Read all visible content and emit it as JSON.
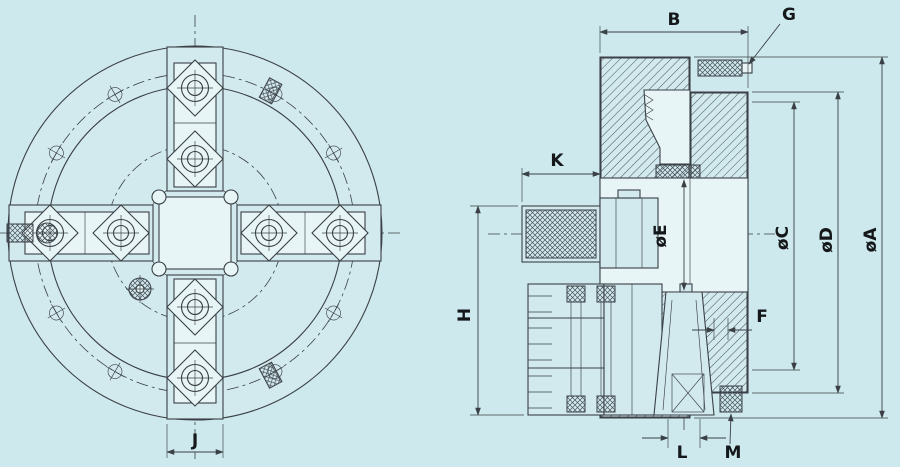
{
  "drawing": {
    "description": "Four-jaw lathe chuck technical drawing: front view and cross-section with dimension callouts",
    "colors": {
      "background": "#cde9ed",
      "line": "#3a4046",
      "part_fill": "#d2eaee",
      "cavity_fill": "#e8f5f7"
    }
  },
  "labels": {
    "A": "øA",
    "B": "B",
    "C": "øC",
    "D": "øD",
    "E": "øE",
    "F": "F",
    "G": "G",
    "H": "H",
    "J": "J",
    "K": "K",
    "L": "L",
    "M": "M"
  }
}
